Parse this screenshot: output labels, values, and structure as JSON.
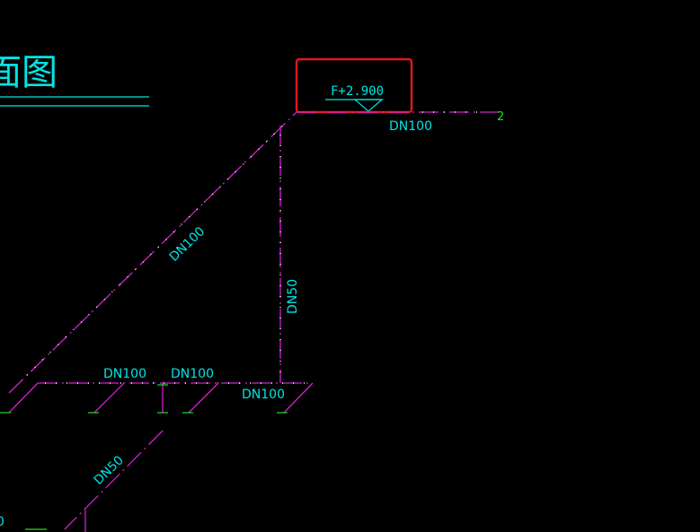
{
  "title": {
    "text": "面图"
  },
  "elevation_marker": {
    "text": "F+2.900"
  },
  "pipe_labels": {
    "top_right": "DN100",
    "diagonal_main": "DN100",
    "vertical_riser": "DN50",
    "bottom_left": "DN100",
    "bottom_middle": "DN100",
    "bottom_right": "DN100",
    "diagonal_branch": "DN50"
  },
  "end_marker": {
    "text": "2"
  },
  "edge_text": {
    "text": "0"
  },
  "colors": {
    "background": "#000000",
    "text": "#00e5e5",
    "pipe": "#d020d0",
    "marker": "#20e020",
    "highlight": "#e01818"
  }
}
